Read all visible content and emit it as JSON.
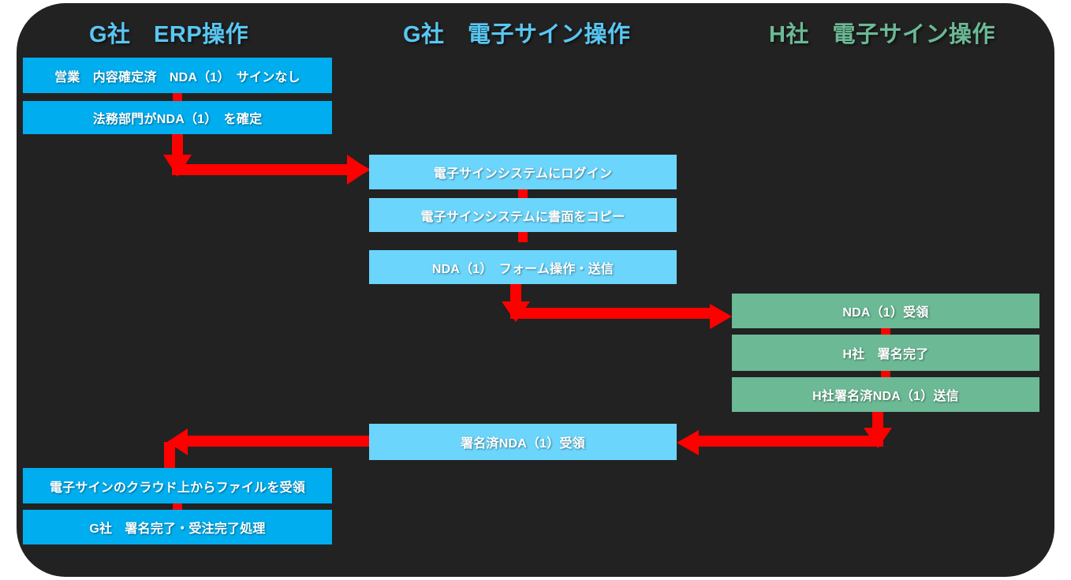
{
  "diagram": {
    "title": "NDA electronic signature process flow",
    "background_color": "#222222",
    "page_color": "#ffffff",
    "accent_arrow_color": "#FF0000",
    "columns": [
      {
        "id": "g-erp",
        "label": "G社　ERP操作",
        "color": "#59C7F2"
      },
      {
        "id": "g-sign",
        "label": "G社　電子サイン操作",
        "color": "#59C7F2"
      },
      {
        "id": "h-sign",
        "label": "H社　電子サイン操作",
        "color": "#6BB995"
      }
    ],
    "boxes": [
      {
        "id": "b1",
        "column": "g-erp",
        "text": "営業　内容確定済　NDA（1）　サインなし",
        "color": "#00ADEE"
      },
      {
        "id": "b2",
        "column": "g-erp",
        "text": "法務部門がNDA（1）　を確定",
        "color": "#00ADEE"
      },
      {
        "id": "b3",
        "column": "g-sign",
        "text": "電子サインシステムにログイン",
        "color": "#6BD5FB"
      },
      {
        "id": "b4",
        "column": "g-sign",
        "text": "電子サインシステムに書面をコピー",
        "color": "#6BD5FB"
      },
      {
        "id": "b5",
        "column": "g-sign",
        "text": "NDA（1）　フォーム操作・送信",
        "color": "#6BD5FB"
      },
      {
        "id": "b6",
        "column": "h-sign",
        "text": "NDA（1）受領",
        "color": "#6BB995"
      },
      {
        "id": "b7",
        "column": "h-sign",
        "text": "H社　署名完了",
        "color": "#6BB995"
      },
      {
        "id": "b8",
        "column": "h-sign",
        "text": "H社署名済NDA（1）送信",
        "color": "#6BB995"
      },
      {
        "id": "b9",
        "column": "g-sign",
        "text": "署名済NDA（1）受領",
        "color": "#6BD5FB"
      },
      {
        "id": "b10",
        "column": "g-erp",
        "text": "電子サインのクラウド上からファイルを受領",
        "color": "#00ADEE"
      },
      {
        "id": "b11",
        "column": "g-erp",
        "text": "G社　署名完了・受注完了処理",
        "color": "#00ADEE"
      }
    ],
    "connections": [
      {
        "from": "b1",
        "to": "b2",
        "kind": "stub-down"
      },
      {
        "from": "b2",
        "to": "b3",
        "kind": "down-then-right"
      },
      {
        "from": "b3",
        "to": "b4",
        "kind": "stub-down"
      },
      {
        "from": "b4",
        "to": "b5",
        "kind": "stub-down"
      },
      {
        "from": "b5",
        "to": "b6",
        "kind": "down-then-right"
      },
      {
        "from": "b6",
        "to": "b7",
        "kind": "stub-down"
      },
      {
        "from": "b7",
        "to": "b8",
        "kind": "stub-down"
      },
      {
        "from": "b8",
        "to": "b9",
        "kind": "down-then-left"
      },
      {
        "from": "b9",
        "to": "b10",
        "kind": "left-then-down"
      },
      {
        "from": "b10",
        "to": "b11",
        "kind": "stub-down"
      }
    ]
  }
}
